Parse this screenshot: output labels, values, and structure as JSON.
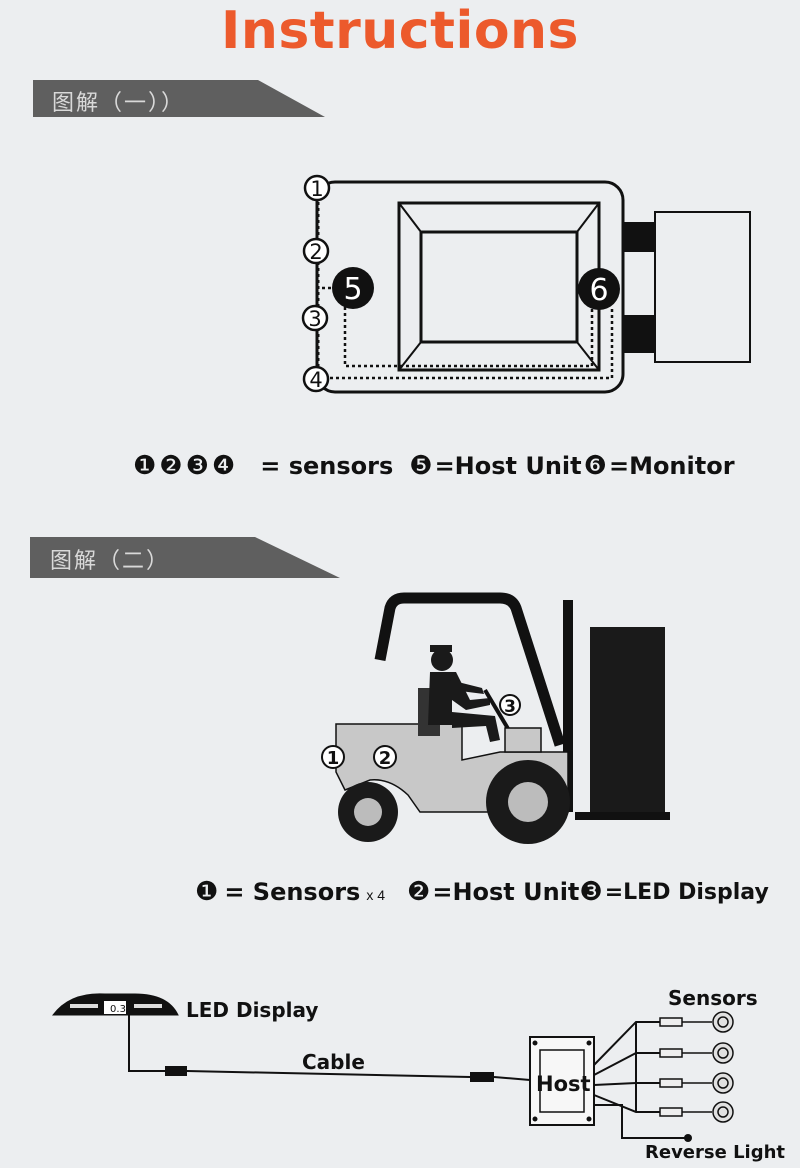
{
  "title": "Instructions",
  "section1": {
    "label": "图解（一））",
    "legend": {
      "sensors_nums": "❶❷❸❹",
      "sensors_text": "= sensors",
      "host_num": "❺",
      "host_text": "=Host Unit",
      "monitor_num": "❻",
      "monitor_text": "=Monitor"
    },
    "markers": [
      "1",
      "2",
      "3",
      "4",
      "5",
      "6"
    ]
  },
  "section2": {
    "label": "图解（二）",
    "legend": {
      "sensors_num": "❶",
      "sensors_text": "= Sensors",
      "sensors_count": "x 4",
      "host_num": "❷",
      "host_text": "=Host Unit",
      "led_num": "❸",
      "led_text": "=LED Display"
    },
    "markers": [
      "1",
      "2",
      "3"
    ]
  },
  "section3": {
    "led_display": "LED Display",
    "cable": "Cable",
    "sensors": "Sensors",
    "host": "Host",
    "reverse_light": "Reverse Light",
    "display_readout": "0.3"
  },
  "colors": {
    "title": "#ec5a2c",
    "banner": "#5a5a5a",
    "ink": "#111111",
    "forklift_body": "#c8c8c8"
  }
}
